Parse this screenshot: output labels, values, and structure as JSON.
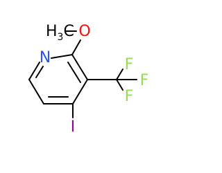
{
  "molecule": {
    "atoms": {
      "nitrogen": {
        "label": "N",
        "color": "#3050f8"
      },
      "oxygen": {
        "label": "O",
        "color": "#ff0d0d"
      },
      "methyl": {
        "label_h": "H",
        "label_sub": "3",
        "label_c": "C",
        "color": "#000000"
      },
      "fluorine_top": {
        "label": "F",
        "color": "#90e050"
      },
      "fluorine_right": {
        "label": "F",
        "color": "#90e050"
      },
      "fluorine_bottom": {
        "label": "F",
        "color": "#90e050"
      },
      "iodine": {
        "label": "I",
        "color": "#940094"
      }
    },
    "bond_color": "#000000"
  }
}
